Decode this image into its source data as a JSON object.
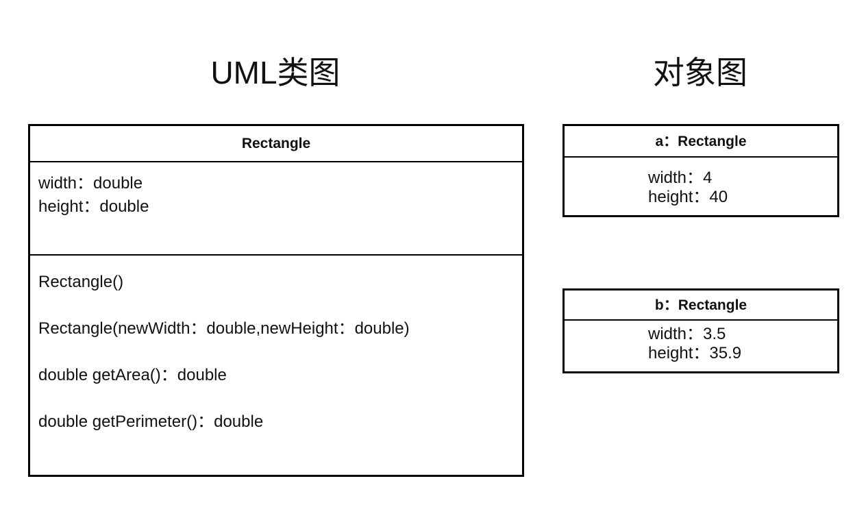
{
  "headings": {
    "uml": "UML类图",
    "object": "对象图"
  },
  "class": {
    "name": "Rectangle",
    "attributes": [
      "width：double",
      "height：double"
    ],
    "methods": [
      "Rectangle()",
      "Rectangle(newWidth：double,newHeight：double)",
      "double getArea()：double",
      "double getPerimeter()：double"
    ]
  },
  "objects": [
    {
      "title": "a：Rectangle",
      "fields": [
        "width：4",
        "height：40"
      ]
    },
    {
      "title": "b：Rectangle",
      "fields": [
        "width：3.5",
        "height：35.9"
      ]
    }
  ]
}
